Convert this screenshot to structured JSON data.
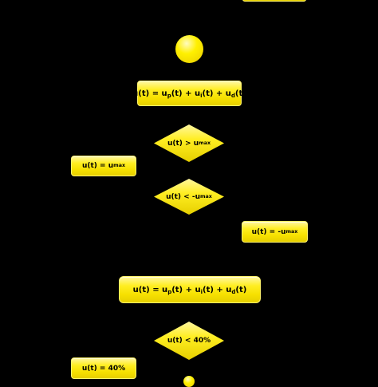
{
  "colors": {
    "background": "#000000",
    "node_fill": "#ffee00",
    "node_text": "#000000"
  },
  "nodes": {
    "formula_1": {
      "u": "u(t) = u",
      "p": "p",
      "a": "(t) + u",
      "i": "i",
      "b": "(t) + u",
      "d": "d",
      "c": "(t)"
    },
    "check_max": {
      "pre": "u(t) > u",
      "sub": "max"
    },
    "set_max": {
      "pre": "u(t) = u",
      "sub": "max"
    },
    "check_min": {
      "pre": "u(t) < -u",
      "sub": "max"
    },
    "set_min": {
      "pre": "u(t) = -u",
      "sub": "max"
    },
    "formula_2": {
      "u": "u(t) = u",
      "p": "p",
      "a": "(t) + u",
      "i": "i",
      "b": "(t) + u",
      "d": "d",
      "c": "(t)"
    },
    "check_40": {
      "label": "u(t) < 40%"
    },
    "set_40": {
      "label": "u(t) = 40%"
    }
  }
}
